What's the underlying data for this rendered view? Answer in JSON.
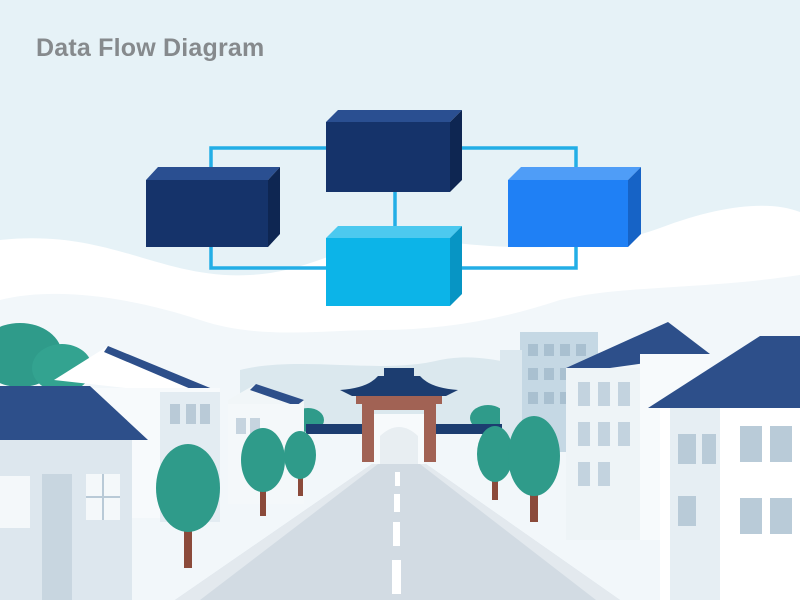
{
  "header": {
    "title": "Data Flow Diagram"
  },
  "diagram": {
    "nodes": [
      {
        "id": "top-center",
        "label": "",
        "color": "#15336a"
      },
      {
        "id": "left",
        "label": "",
        "color": "#15336a"
      },
      {
        "id": "right",
        "label": "",
        "color": "#1f80f5"
      },
      {
        "id": "bottom-center",
        "label": "",
        "color": "#0cb4e8"
      }
    ],
    "connectors": [
      {
        "from": "left",
        "to": "top-center"
      },
      {
        "from": "top-center",
        "to": "right"
      },
      {
        "from": "top-center",
        "to": "bottom-center"
      },
      {
        "from": "left",
        "to": "bottom-center"
      },
      {
        "from": "bottom-center",
        "to": "right"
      }
    ],
    "connector_color": "#23aee6"
  },
  "scene": {
    "sky_color": "#e6f2f7",
    "road_color": "#d2dbe3",
    "building_roof_color": "#2d4f8a",
    "tree_color": "#2f9b8a",
    "gate_roof_color": "#1c3d70",
    "gate_pillar_color": "#a16254"
  }
}
